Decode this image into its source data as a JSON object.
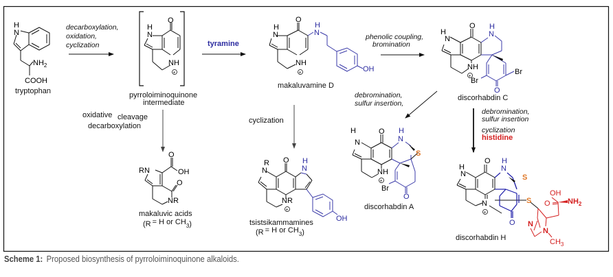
{
  "colors": {
    "black": "#111111",
    "blue": "#2c2ca0",
    "structure_blue": "#3a3aa8",
    "red": "#d42020",
    "orange_sulfur": "#e07828",
    "arrow_gray": "#666666",
    "caption_gray": "#555555"
  },
  "compounds": {
    "tryptophan": {
      "name": "tryptophan",
      "atoms": {
        "nh": "N",
        "h": "H",
        "nh2": "NH",
        "nh2_sub": "2",
        "cooh": "COOH"
      }
    },
    "intermediate": {
      "name_line1": "pyrroloiminoquinone",
      "name_line2": "intermediate",
      "atoms": {
        "o": "O",
        "nh_top": "N",
        "h_top": "H",
        "nh": "NH",
        "plus": "+"
      }
    },
    "makaluvamine_d": {
      "name": "makaluvamine D",
      "atoms": {
        "o": "O",
        "n": "N",
        "h": "H",
        "nh_link": "N",
        "h_link": "H",
        "nh": "NH",
        "plus": "+",
        "oh": "OH"
      }
    },
    "discorhabdin_c": {
      "name": "discorhabdin C",
      "atoms": {
        "o": "O",
        "n": "N",
        "h": "H",
        "n2": "N",
        "h2": "H",
        "nh": "NH",
        "plus": "+",
        "br1": "Br",
        "br2": "Br",
        "o2": "O"
      }
    },
    "discorhabdin_a": {
      "name": "discorhabdin A",
      "atoms": {
        "o": "O",
        "n": "N",
        "h": "H",
        "n2": "N",
        "h2": "H",
        "s": "S",
        "nh": "NH",
        "plus": "+",
        "br": "Br",
        "o2": "O"
      }
    },
    "discorhabdin_h": {
      "name": "discorhabdin H",
      "atoms": {
        "o": "O",
        "n": "N",
        "h": "H",
        "n2": "N",
        "h2": "H",
        "s1": "S",
        "s2": "S",
        "n_plus": "N",
        "plus": "+",
        "o2": "O",
        "oh": "OH",
        "o3": "O",
        "nh2": "NH",
        "nh2_sub": "2",
        "n_im": "N",
        "n_me": "N",
        "ch3": "CH",
        "ch3_sub": "3"
      }
    },
    "makaluvic_acids": {
      "name": "makaluvic acids",
      "r_note_a": "(R",
      "r_note_b": "= H or CH",
      "r_note_sub": "3",
      "r_note_c": ")",
      "atoms": {
        "o1": "O",
        "oh": "OH",
        "rn": "RN",
        "o2": "O",
        "nr": "NR"
      }
    },
    "tsitsikammamines": {
      "name": "tsistsikammamines",
      "r_note_a": "(R",
      "r_note_b": "= H or CH",
      "r_note_sub": "3",
      "r_note_c": ")",
      "atoms": {
        "r": "R",
        "n": "N",
        "o": "O",
        "nh_top": "N",
        "h_top": "H",
        "nr": "NR",
        "plus": "+",
        "oh": "OH"
      }
    }
  },
  "reactions": {
    "step1": {
      "line1": "decarboxylation,",
      "line2": "oxidation,",
      "line3": "cyclization"
    },
    "step2": {
      "reagent": "tyramine"
    },
    "step3": {
      "line1": "phenolic coupling,",
      "line2": "bromination"
    },
    "step4": {
      "line1": "debromination,",
      "line2": "sulfur insertion,"
    },
    "step5": {
      "line1": "debromination,",
      "line2": "sulfur insertion",
      "line3": "cyclization",
      "reagent": "histidine"
    },
    "step6": {
      "label_a": "oxidative",
      "label_b": "cleavage",
      "line2": "decarboxylation"
    },
    "step7": {
      "line1": "cyclization"
    }
  },
  "caption": {
    "label": "Scheme 1:",
    "text": "Proposed biosynthesis of pyrroloiminoquinone alkaloids."
  }
}
